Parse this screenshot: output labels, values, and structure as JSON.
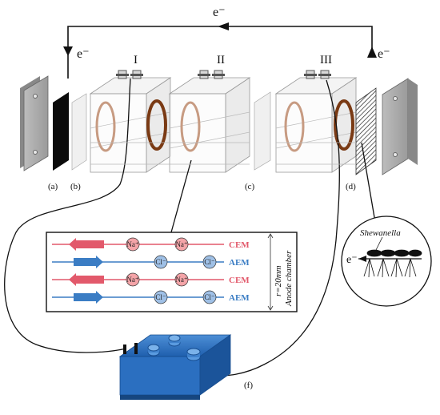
{
  "electron_flow": {
    "top_label": "e⁻",
    "left_label": "e⁻",
    "right_label": "e⁻"
  },
  "chambers": {
    "chamber_1": "I",
    "chamber_2": "II",
    "chamber_3": "III"
  },
  "part_labels": {
    "a": "(a)",
    "b": "(b)",
    "c": "(c)",
    "d": "(d)",
    "f": "(f)"
  },
  "membrane_inset": {
    "rows": [
      {
        "membrane": "CEM",
        "ions": [
          "Na⁺",
          "Na⁺"
        ],
        "color": "#e2596b"
      },
      {
        "membrane": "AEM",
        "ions": [
          "Cl⁻",
          "Cl⁻"
        ],
        "color": "#3b7dc4"
      },
      {
        "membrane": "CEM",
        "ions": [
          "Na⁺",
          "Na⁺"
        ],
        "color": "#e2596b"
      },
      {
        "membrane": "AEM",
        "ions": [
          "Cl⁻",
          "Cl⁻"
        ],
        "color": "#3b7dc4"
      }
    ],
    "side_label_1": "r=20mm",
    "side_label_2": "Anode chamber"
  },
  "bacteria_inset": {
    "organism": "Shewanella",
    "electron": "e⁻"
  }
}
